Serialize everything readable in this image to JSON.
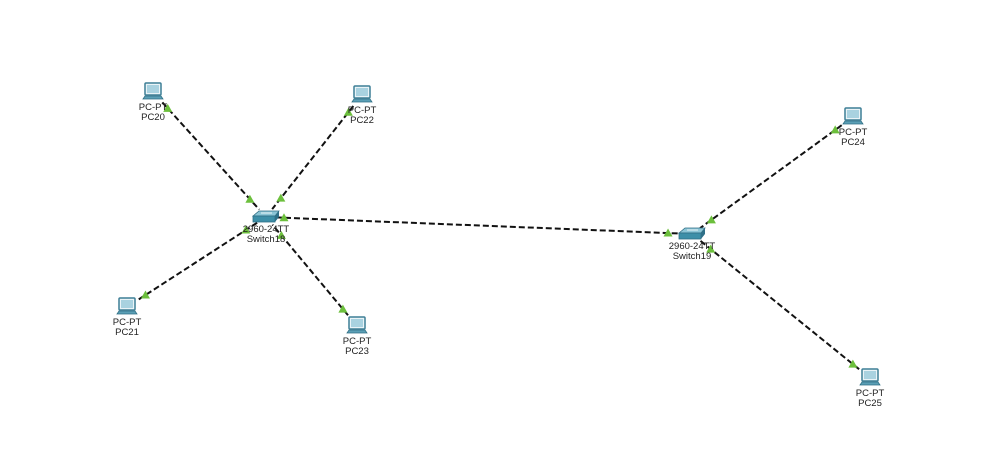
{
  "colors": {
    "link": "#111111",
    "port_up": "#6cbf3c",
    "device": "#3d8fa8"
  },
  "devices": [
    {
      "id": "PC20",
      "type": "pc",
      "model": "PC-PT",
      "name": "PC20"
    },
    {
      "id": "PC22",
      "type": "pc",
      "model": "PC-PT",
      "name": "PC22"
    },
    {
      "id": "PC21",
      "type": "pc",
      "model": "PC-PT",
      "name": "PC21"
    },
    {
      "id": "PC23",
      "type": "pc",
      "model": "PC-PT",
      "name": "PC23"
    },
    {
      "id": "PC24",
      "type": "pc",
      "model": "PC-PT",
      "name": "PC24"
    },
    {
      "id": "PC25",
      "type": "pc",
      "model": "PC-PT",
      "name": "PC25"
    },
    {
      "id": "Switch18",
      "type": "switch",
      "model": "2960-24TT",
      "name": "Switch18"
    },
    {
      "id": "Switch19",
      "type": "switch",
      "model": "2960-24TT",
      "name": "Switch19"
    }
  ],
  "links": [
    {
      "a": "PC20",
      "b": "Switch18",
      "status": "up"
    },
    {
      "a": "PC22",
      "b": "Switch18",
      "status": "up"
    },
    {
      "a": "PC21",
      "b": "Switch18",
      "status": "up"
    },
    {
      "a": "PC23",
      "b": "Switch18",
      "status": "up"
    },
    {
      "a": "Switch18",
      "b": "Switch19",
      "status": "up"
    },
    {
      "a": "PC24",
      "b": "Switch19",
      "status": "up"
    },
    {
      "a": "PC25",
      "b": "Switch19",
      "status": "up"
    }
  ]
}
